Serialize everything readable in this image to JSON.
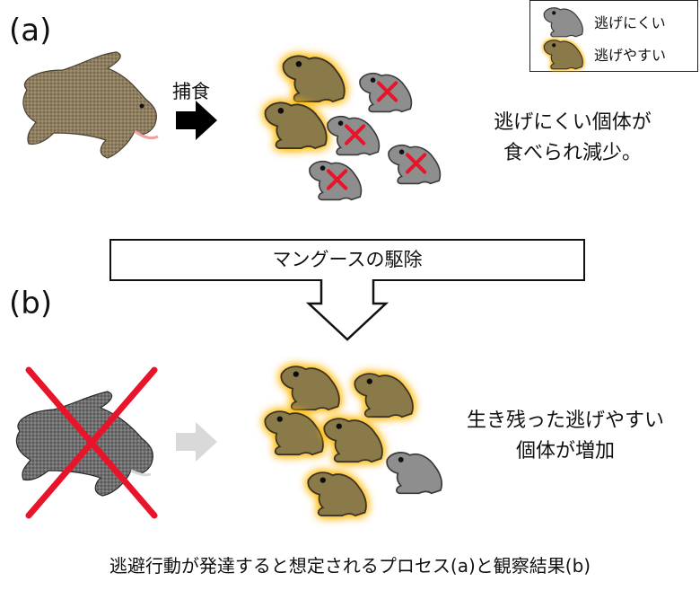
{
  "legend": {
    "hard_label": "逃げにくい",
    "easy_label": "逃げやすい"
  },
  "panel_a": {
    "label": "(a)",
    "predation_label": "捕食",
    "caption_line1": "逃げにくい個体が",
    "caption_line2": "食べられ減少。"
  },
  "transition": {
    "label": "マングースの駆除"
  },
  "panel_b": {
    "label": "(b)",
    "caption_line1": "生き残った逃げやすい",
    "caption_line2": "個体が増加"
  },
  "footer": {
    "caption": "逃避行動が発達すると想定されるプロセス(a)と観察結果(b)"
  },
  "colors": {
    "glow": "#ffc000",
    "cross": "#e8142a",
    "mongoose": "#8a7a5c",
    "frog_easy": "#8a7a4a",
    "frog_hard": "#8e8e8e"
  }
}
